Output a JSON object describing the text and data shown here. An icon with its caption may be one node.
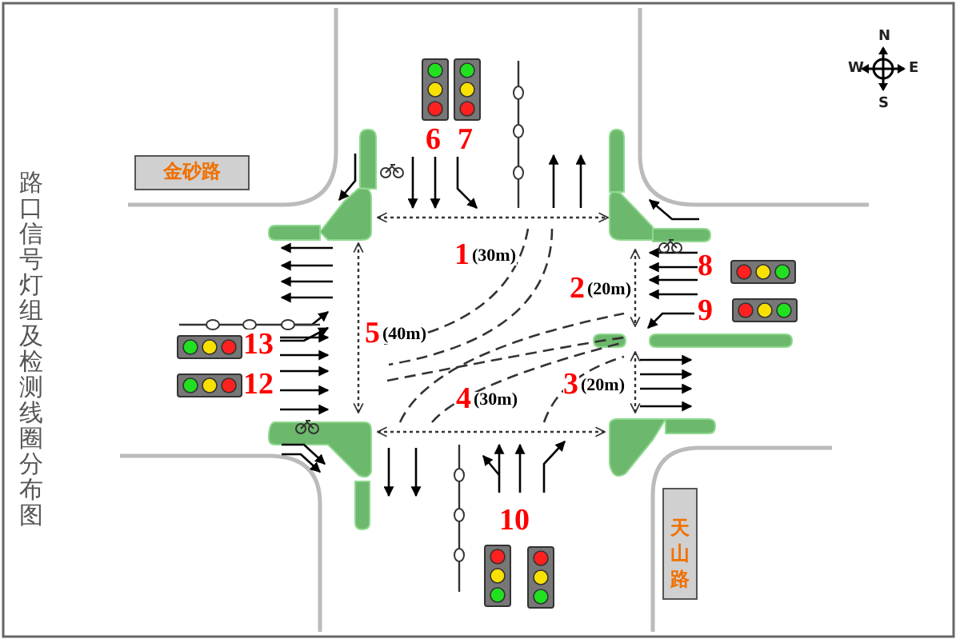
{
  "diagram": {
    "title": "路口信号灯组及检测线圈分布图",
    "labels": [
      "N",
      "W",
      "E",
      "S",
      "6",
      "7",
      "金砂路",
      "1",
      "(30m)",
      "8",
      "2",
      "(20m)",
      "9",
      "5",
      "(40m)",
      "13",
      "3",
      "(20m)",
      "12",
      "4",
      "(30m)",
      "10",
      "天山路"
    ]
  }
}
